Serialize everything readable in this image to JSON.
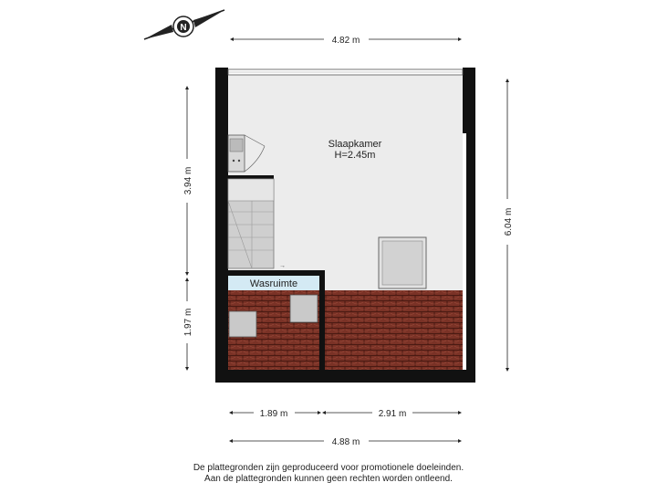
{
  "compass": {
    "letter": "N",
    "icon": "compass-north-icon"
  },
  "rooms": {
    "slaapkamer": {
      "name": "Slaapkamer",
      "height": "H=2.45m"
    },
    "wasruimte": {
      "name": "Wasruimte"
    }
  },
  "dimensions": {
    "top_width": "4.82 m",
    "right_height": "6.04 m",
    "left_upper_height": "3.94 m",
    "left_lower_height": "1.97 m",
    "bottom_left_width": "1.89 m",
    "bottom_right_width": "2.91 m",
    "bottom_total_width": "4.88 m"
  },
  "disclaimer": {
    "line1": "De plattegronden zijn geproduceerd voor promotionele doeleinden.",
    "line2": "Aan de plattegronden kunnen geen rechten worden ontleend."
  },
  "colors": {
    "wall": "#111111",
    "floor": "#ececec",
    "roof_tile": "#7a3226",
    "wasruimte_band": "#d4eaf4"
  }
}
